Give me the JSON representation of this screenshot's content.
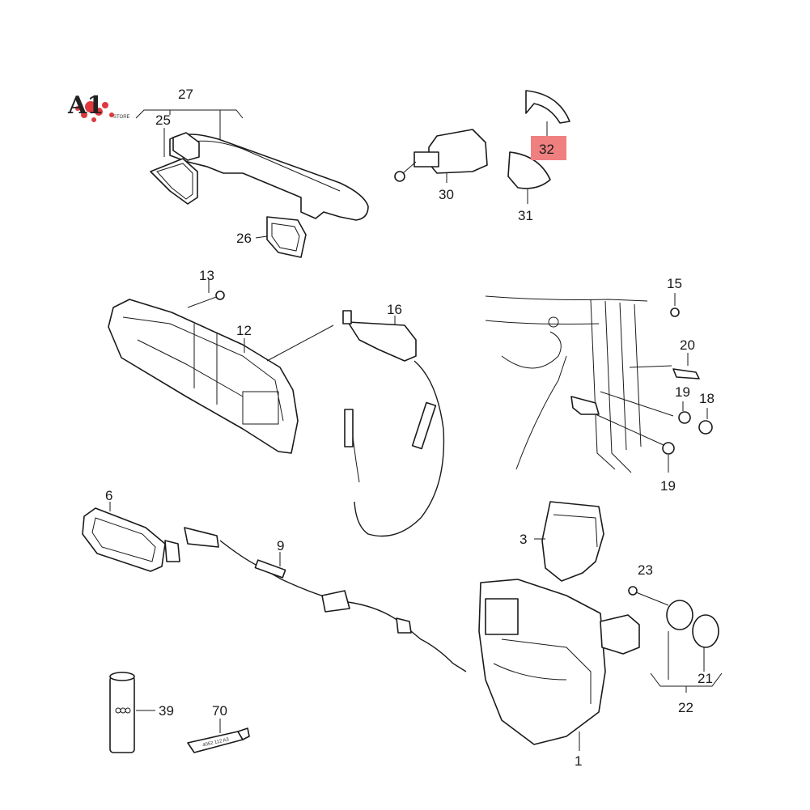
{
  "logo": {
    "mark": "A1",
    "sub": "STORE"
  },
  "colors": {
    "highlight": "#f08080",
    "line": "#1a1a1a"
  },
  "callouts": [
    {
      "id": "p27",
      "label": "27"
    },
    {
      "id": "p25",
      "label": "25"
    },
    {
      "id": "p26",
      "label": "26"
    },
    {
      "id": "p30",
      "label": "30"
    },
    {
      "id": "p32",
      "label": "32",
      "highlighted": true
    },
    {
      "id": "p31",
      "label": "31"
    },
    {
      "id": "p13",
      "label": "13"
    },
    {
      "id": "p12",
      "label": "12"
    },
    {
      "id": "p16",
      "label": "16"
    },
    {
      "id": "p15",
      "label": "15"
    },
    {
      "id": "p20",
      "label": "20"
    },
    {
      "id": "p19a",
      "label": "19"
    },
    {
      "id": "p18",
      "label": "18"
    },
    {
      "id": "p19b",
      "label": "19"
    },
    {
      "id": "p6",
      "label": "6"
    },
    {
      "id": "p9",
      "label": "9"
    },
    {
      "id": "p3",
      "label": "3"
    },
    {
      "id": "p23",
      "label": "23"
    },
    {
      "id": "p21",
      "label": "21"
    },
    {
      "id": "p22",
      "label": "22"
    },
    {
      "id": "p1",
      "label": "1"
    },
    {
      "id": "p39",
      "label": "39"
    },
    {
      "id": "p70",
      "label": "70"
    }
  ],
  "tube_print": "4052 112 A3"
}
